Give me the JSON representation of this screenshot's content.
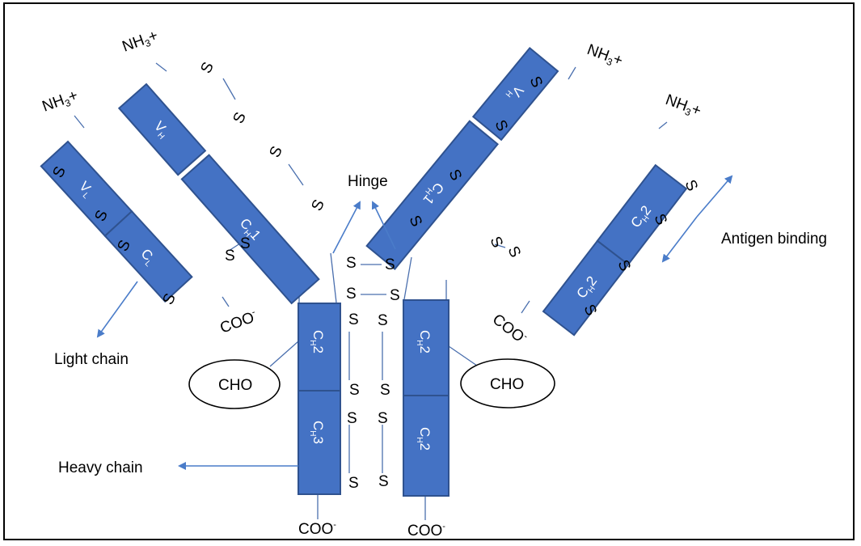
{
  "labels": {
    "hinge": "Hinge",
    "antigen_binding": "Antigen binding",
    "light_chain": "Light chain",
    "heavy_chain": "Heavy chain",
    "cho": "CHO",
    "sulfur": "S",
    "ss": "S S",
    "s_dash": "S-",
    "nh3": {
      "base": "NH",
      "sub": "3",
      "suffix": "+"
    },
    "coo": {
      "base": "COO",
      "sup": "-"
    }
  },
  "domains": {
    "left_outer": [
      {
        "id": "vl",
        "main": "V",
        "sub": "L"
      },
      {
        "id": "cl",
        "main": "C",
        "sub": "L"
      }
    ],
    "left_inner": [
      {
        "id": "vh",
        "main": "V",
        "sub": "H"
      },
      {
        "id": "ch1",
        "main": "C",
        "sub": "H",
        "suffix": "1"
      }
    ],
    "right_inner": [
      {
        "id": "vh",
        "main": "V",
        "sub": "H"
      },
      {
        "id": "ch1",
        "main": "C",
        "sub": "H",
        "suffix": "1"
      }
    ],
    "right_outer": [
      {
        "id": "ch2-top",
        "main": "C",
        "sub": "H",
        "suffix": "2"
      },
      {
        "id": "ch2-bottom",
        "main": "C",
        "sub": "H",
        "suffix": "2"
      }
    ],
    "stem_left": [
      {
        "id": "ch2",
        "main": "C",
        "sub": "H",
        "suffix": "2"
      },
      {
        "id": "ch3",
        "main": "C",
        "sub": "H",
        "suffix": "3"
      }
    ],
    "stem_right": [
      {
        "id": "ch2-top",
        "main": "C",
        "sub": "H",
        "suffix": "2"
      },
      {
        "id": "ch2-bottom",
        "main": "C",
        "sub": "H",
        "suffix": "2"
      }
    ]
  },
  "colors": {
    "domain_fill": "#4472c4",
    "domain_stroke": "#2f528f",
    "arrow": "#4a7cc9"
  }
}
